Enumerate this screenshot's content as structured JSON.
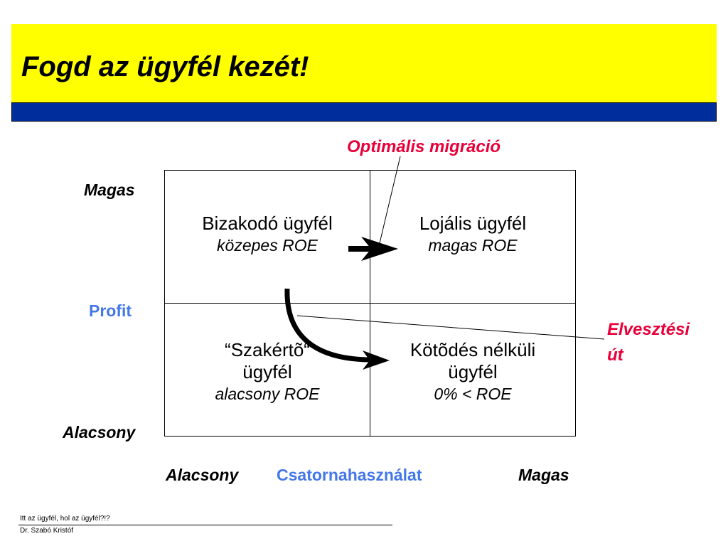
{
  "slide": {
    "title": "Fogd az ügyfél kezét!"
  },
  "y_axis": {
    "high": "Magas",
    "name": "Profit",
    "low": "Alacsony"
  },
  "x_axis": {
    "low": "Alacsony",
    "name": "Csatornahasználat",
    "high": "Magas"
  },
  "quadrants": {
    "top_left": {
      "name": "Bizakodó ügyfél",
      "roe": "közepes ROE"
    },
    "top_right": {
      "name": "Lojális ügyfél",
      "roe": "magas ROE"
    },
    "bottom_left": {
      "name_line1": "“Szakértõ“",
      "name_line2": "ügyfél",
      "roe": "alacsony ROE"
    },
    "bottom_right": {
      "name_line1": "Kötõdés nélküli",
      "name_line2": "ügyfél",
      "roe": "0% < ROE"
    }
  },
  "callouts": {
    "optimal": "Optimális migráció",
    "loss_line1": "Elvesztési",
    "loss_line2": "út"
  },
  "footer": {
    "line1": "Itt az ügyfél, hol az ügyfél?!?",
    "line2": "Dr. Szabó Kristóf"
  },
  "colors": {
    "title_bg": "#ffff00",
    "band": "#002d9c",
    "accent_blue": "#4477e8",
    "accent_red": "#e8003a"
  }
}
